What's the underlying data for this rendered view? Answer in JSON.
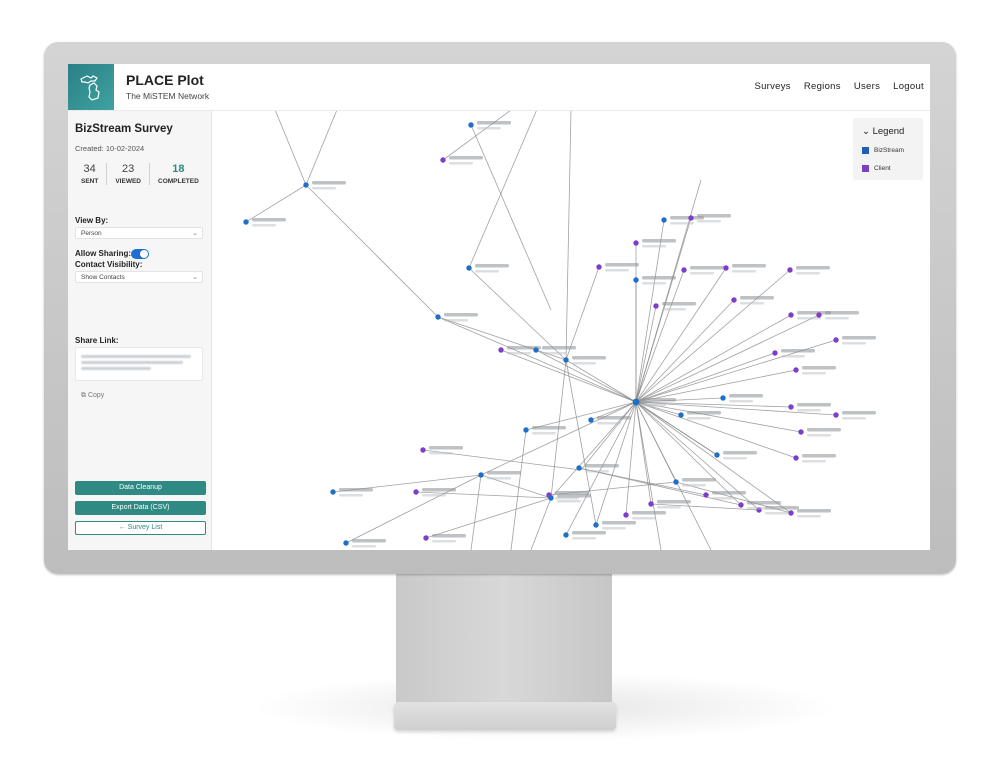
{
  "app": {
    "title": "PLACE Plot",
    "subtitle": "The MiSTEM Network"
  },
  "nav": [
    "Surveys",
    "Regions",
    "Users",
    "Logout"
  ],
  "sidebar": {
    "survey_title": "BizStream Survey",
    "created": "Created: 10-02-2024",
    "stats": [
      {
        "value": "34",
        "label": "SENT"
      },
      {
        "value": "23",
        "label": "VIEWED"
      },
      {
        "value": "18",
        "label": "COMPLETED"
      }
    ],
    "view_by_label": "View By:",
    "view_by_value": "Person",
    "allow_sharing_label": "Allow Sharing:",
    "allow_sharing_on": true,
    "contact_visibility_label": "Contact Visibility:",
    "contact_visibility_value": "Show Contacts",
    "share_link_label": "Share Link:",
    "copy_label": "Copy",
    "buttons": {
      "cleanup": "Data Cleanup",
      "export": "Export Data (CSV)",
      "survey_list": "← Survey List"
    }
  },
  "legend": {
    "title": "Legend",
    "items": [
      {
        "label": "BizStream",
        "color": "#1f5fb8"
      },
      {
        "label": "Client",
        "color": "#7b3fc4"
      }
    ]
  },
  "colors": {
    "accent": "#2f8a83",
    "bizstream_node": "#1f6fc8",
    "client_node": "#7e3ec9",
    "edge": "#8a8a8a"
  }
}
